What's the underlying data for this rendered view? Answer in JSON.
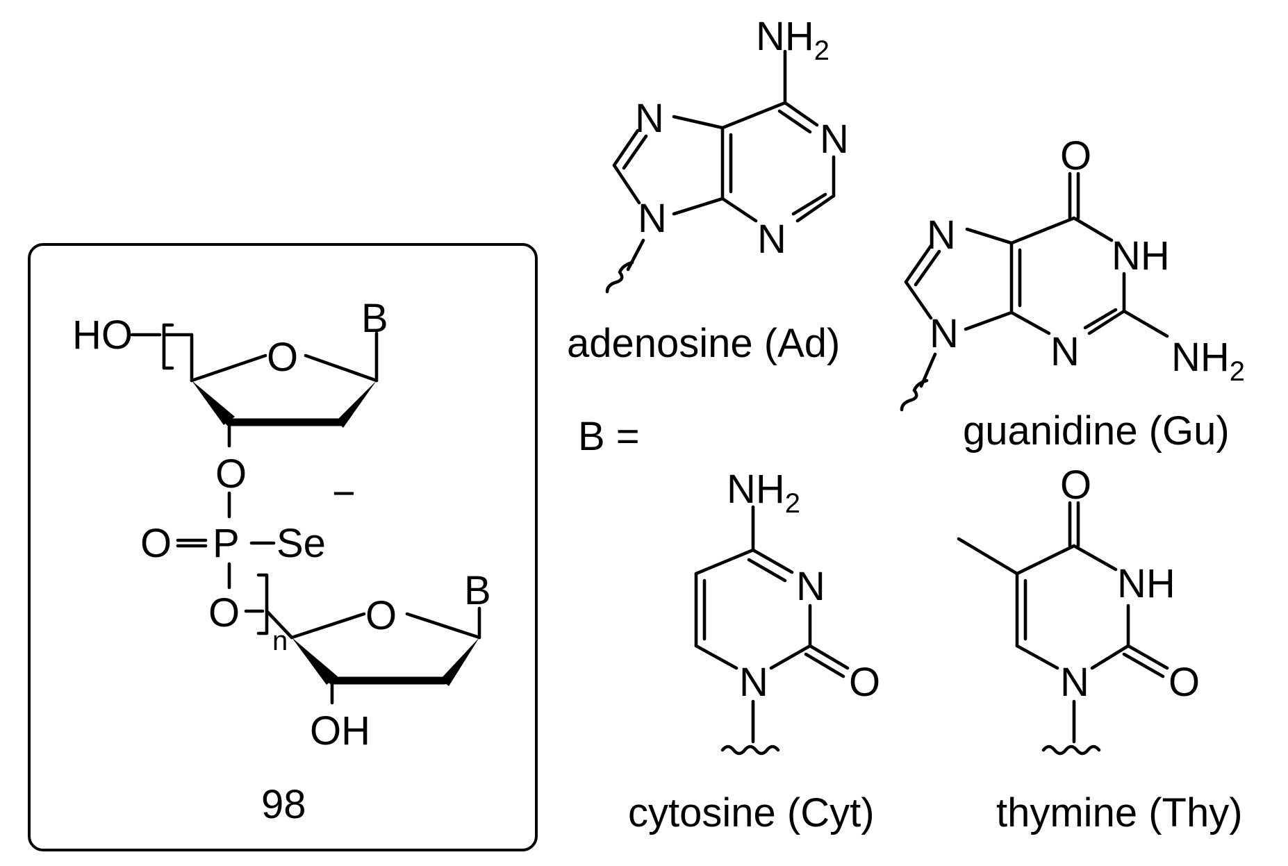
{
  "compound": {
    "number": "98",
    "ho_left": "HO",
    "base_top": "B",
    "ring_o_top": "O",
    "o_3prime": "O",
    "phosphate_o_double": "O",
    "phosphorus": "P",
    "selenium": "Se",
    "charge": "−",
    "o_5prime": "O",
    "repeat_index": "n",
    "base_bottom": "B",
    "ring_o_bottom": "O",
    "oh_bottom": "OH"
  },
  "b_equals": "B =",
  "bases": {
    "adenosine": {
      "caption": "adenosine (Ad)",
      "amine": "NH",
      "amine_sub": "2",
      "n": "N"
    },
    "guanidine": {
      "caption": "guanidine (Gu)",
      "carbonyl_o": "O",
      "nh": "NH",
      "amine": "NH",
      "amine_sub": "2",
      "n": "N"
    },
    "cytosine": {
      "caption": "cytosine (Cyt)",
      "amine": "NH",
      "amine_sub": "2",
      "n": "N",
      "carbonyl_o": "O"
    },
    "thymine": {
      "caption": "thymine (Thy)",
      "carbonyl_o": "O",
      "nh": "NH",
      "n": "N"
    }
  }
}
